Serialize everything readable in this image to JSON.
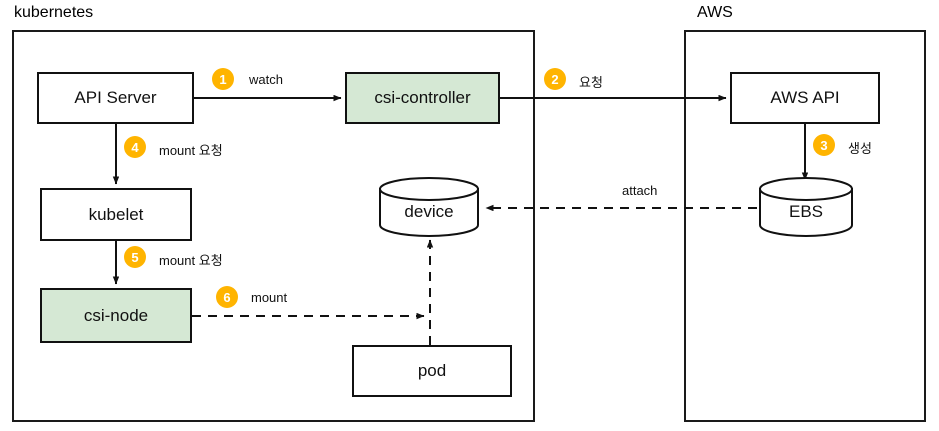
{
  "diagram": {
    "title_hidden": "",
    "zones": [
      {
        "name": "kubernetes",
        "label": "kubernetes"
      },
      {
        "name": "aws",
        "label": "AWS"
      }
    ],
    "nodes": [
      {
        "name": "api-server",
        "label": "API Server",
        "shape": "rect",
        "fill": "#ffffff"
      },
      {
        "name": "csi-controller",
        "label": "csi-controller",
        "shape": "rect",
        "fill": "#d5e8d4"
      },
      {
        "name": "kubelet",
        "label": "kubelet",
        "shape": "rect",
        "fill": "#ffffff"
      },
      {
        "name": "csi-node",
        "label": "csi-node",
        "shape": "rect",
        "fill": "#d5e8d4"
      },
      {
        "name": "device",
        "label": "device",
        "shape": "cylinder",
        "fill": "#ffffff"
      },
      {
        "name": "pod",
        "label": "pod",
        "shape": "rect",
        "fill": "#ffffff"
      },
      {
        "name": "aws-api",
        "label": "AWS API",
        "shape": "rect",
        "fill": "#ffffff"
      },
      {
        "name": "ebs",
        "label": "EBS",
        "shape": "cylinder",
        "fill": "#ffffff"
      }
    ],
    "steps": [
      {
        "number": "1",
        "label": "watch"
      },
      {
        "number": "2",
        "label": "요청"
      },
      {
        "number": "3",
        "label": "생성"
      },
      {
        "number": "4",
        "label": "mount 요청"
      },
      {
        "number": "5",
        "label": "mount 요청"
      },
      {
        "number": "6",
        "label": "mount"
      }
    ],
    "edge_labels": [
      {
        "name": "attach",
        "label": "attach"
      }
    ],
    "colors": {
      "badge": "#FFB400",
      "node_green": "#d5e8d4",
      "stroke": "#111111",
      "background": "#ffffff"
    }
  }
}
